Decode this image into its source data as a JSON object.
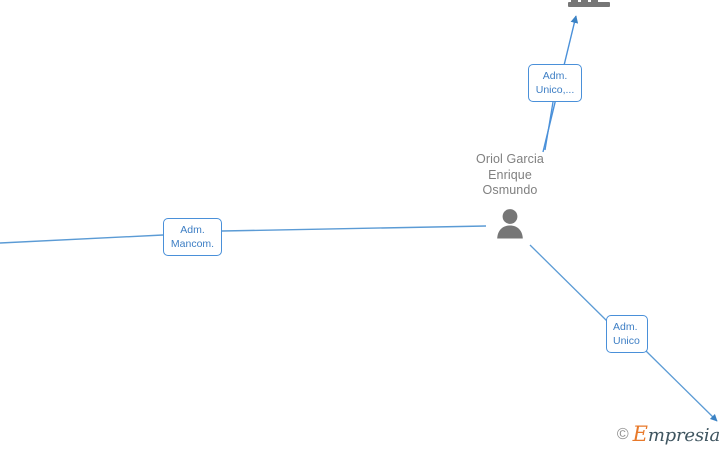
{
  "graph": {
    "background_color": "#ffffff",
    "edge_color": "#4a90d9",
    "node_label_color": "#808080",
    "label_box_text_color": "#3d7ec4",
    "label_box_border_color": "#4a90d9",
    "person": {
      "name": "Oriol Garcia\nEnrique\nOsmundo",
      "icon": "person-icon"
    },
    "company_top": {
      "icon": "company-building-icon"
    },
    "edge_labels": [
      {
        "id": "adm-unico-truncated",
        "text": "Adm.\nUnico,...",
        "align": "center"
      },
      {
        "id": "adm-mancom",
        "text": "Adm.\nMancom.",
        "align": "center"
      },
      {
        "id": "adm-unico",
        "text": "Adm.\nUnico",
        "align": "left"
      }
    ]
  },
  "watermark": {
    "copyright": "©",
    "brand_initial": "E",
    "brand_rest": "mpresia",
    "initial_color": "#e8792a",
    "rest_color": "#3f5560"
  }
}
